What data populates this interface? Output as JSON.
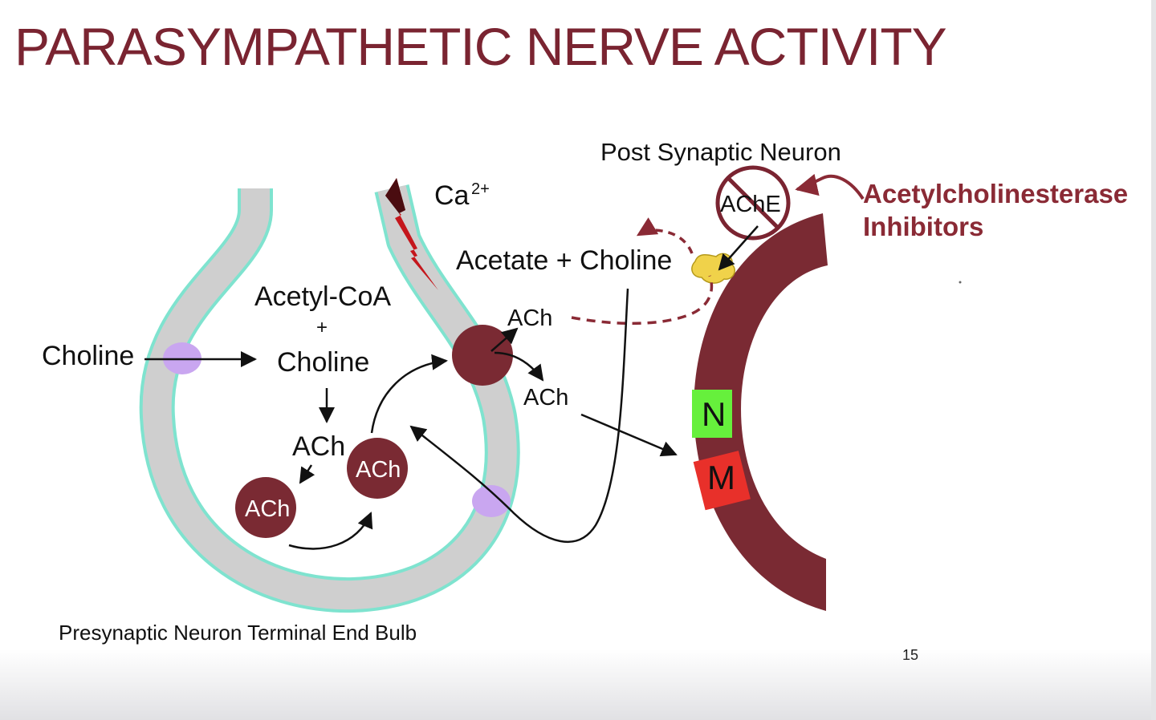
{
  "slide": {
    "title": "PARASYMPATHETIC NERVE ACTIVITY",
    "page_number": "15"
  },
  "diagram": {
    "post_synaptic_label": "Post Synaptic Neuron",
    "enzyme_label": "AChE",
    "inhibitor_label_line1": "Acetylcholinesterase",
    "inhibitor_label_line2": "Inhibitors",
    "calcium_label": "Ca",
    "calcium_charge": "2+",
    "breakdown_label": "Acetate + Choline",
    "precursor_acetyl": "Acetyl-CoA",
    "plus_sign": "+",
    "precursor_choline": "Choline",
    "choline_uptake_label": "Choline",
    "ach_synthesized": "ACh",
    "ach_vesicle_1": "ACh",
    "ach_vesicle_2": "ACh",
    "ach_released_upper": "ACh",
    "ach_released_lower": "ACh",
    "receptor_nicotinic": "N",
    "receptor_muscarinic": "M",
    "caption": "Presynaptic Neuron Terminal End Bulb"
  },
  "colors": {
    "title": "#7a2431",
    "maroon": "#7a2a33",
    "membrane_fill": "#cfcfcf",
    "membrane_edge": "#7fe3cf",
    "transporter": "#c9a6f0",
    "nicotinic": "#66f03c",
    "muscarinic": "#e8302a",
    "enzyme_blob": "#f0d24a"
  },
  "icons": [
    "lightning-bolt-icon",
    "prohibition-icon",
    "transporter-icon"
  ]
}
